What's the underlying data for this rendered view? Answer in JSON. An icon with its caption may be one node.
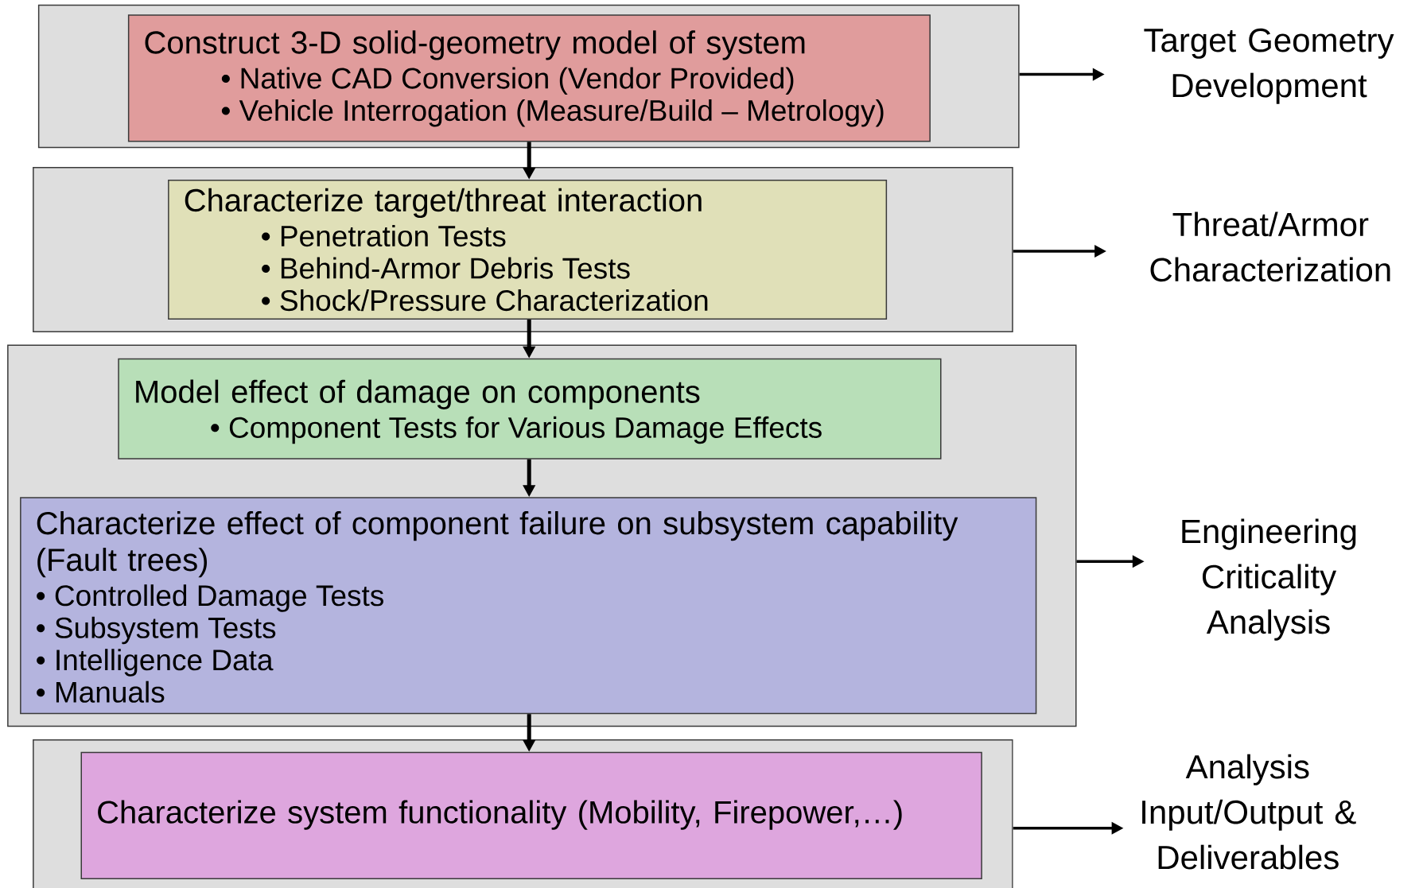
{
  "diagram": {
    "nodes": [
      {
        "text": [],
        "shape": "box"
      },
      {
        "text": [
          "Construct 3-D solid-geometry model of system",
          "• Native CAD Conversion (Vendor Provided)",
          "• Vehicle Interrogation (Measure/Build – Metrology)"
        ],
        "in": 0
      },
      {
        "text": [
          "Target Geometry Development"
        ]
      },
      {
        "text": [],
        "shape": "box"
      },
      {
        "text": [
          "Characterize target/threat interaction",
          "• Penetration Tests",
          "• Behind-Armor Debris Tests",
          "• Shock/Pressure Characterization"
        ],
        "in": 3
      },
      {
        "text": [
          "Threat/Armor Characterization"
        ]
      },
      {
        "text": [],
        "shape": "box"
      },
      {
        "text": [
          "Model effect of damage on components",
          "• Component Tests for Various Damage Effects"
        ],
        "in": 6
      },
      {
        "text": [
          "Characterize effect of component failure on subsystem capability (Fault trees)",
          "• Controlled Damage Tests",
          "• Subsystem Tests",
          "• Intelligence Data",
          "• Manuals"
        ],
        "in": 6
      },
      {
        "text": [
          "Engineering Criticality Analysis"
        ]
      },
      {
        "text": [],
        "shape": "box"
      },
      {
        "text": [
          "Characterize system functionality (Mobility, Firepower,…)"
        ],
        "in": 10
      },
      {
        "text": [
          "Analysis Input/Output & Deliverables"
        ]
      }
    ],
    "edges": [
      {
        "from": 1,
        "to": 4,
        "arrow": "to"
      },
      {
        "from": 4,
        "to": 7,
        "arrow": "to"
      },
      {
        "from": 7,
        "to": 8,
        "arrow": "to"
      },
      {
        "from": 8,
        "to": 11,
        "arrow": "to"
      },
      {
        "from": 0,
        "to": 2,
        "arrow": "to"
      },
      {
        "from": 3,
        "to": 5,
        "arrow": "to"
      },
      {
        "from": 6,
        "to": 9,
        "arrow": "to"
      },
      {
        "from": 10,
        "to": 12,
        "arrow": "to"
      }
    ]
  }
}
